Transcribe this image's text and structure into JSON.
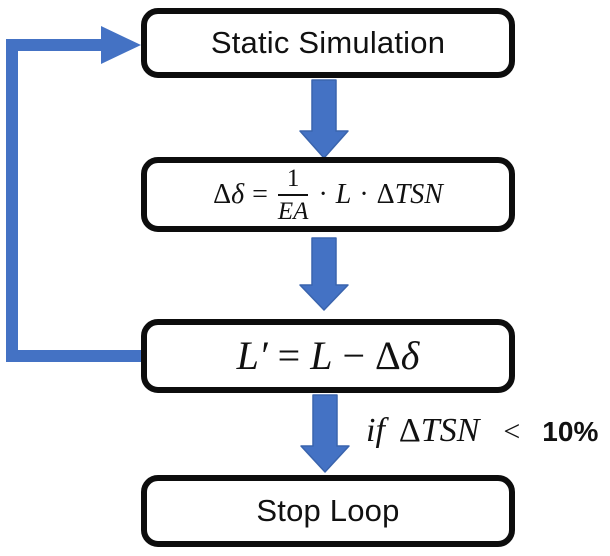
{
  "colors": {
    "background": "#ffffff",
    "box_border": "#0d0d0d",
    "box_fill": "#ffffff",
    "text": "#111111",
    "arrow_fill": "#4472c4",
    "arrow_edge": "#3a64ad"
  },
  "flowchart": {
    "step1": {
      "label": "Static Simulation"
    },
    "step2": {
      "delta": "Δ",
      "small_delta": "δ",
      "equals": "=",
      "numerator": "1",
      "denominator": "EA",
      "dot1": "·",
      "length_symbol": "L",
      "dot2": "·",
      "delta2": "Δ",
      "tsn": "TSN"
    },
    "step3": {
      "l_prime": "L′",
      "equals": "=",
      "length_symbol": "L",
      "minus": "−",
      "delta": "Δ",
      "small_delta": "δ"
    },
    "step4": {
      "label": "Stop Loop"
    },
    "condition": {
      "if_word": "if",
      "delta": "Δ",
      "tsn": "TSN",
      "operator": "<",
      "threshold": "10%"
    }
  }
}
